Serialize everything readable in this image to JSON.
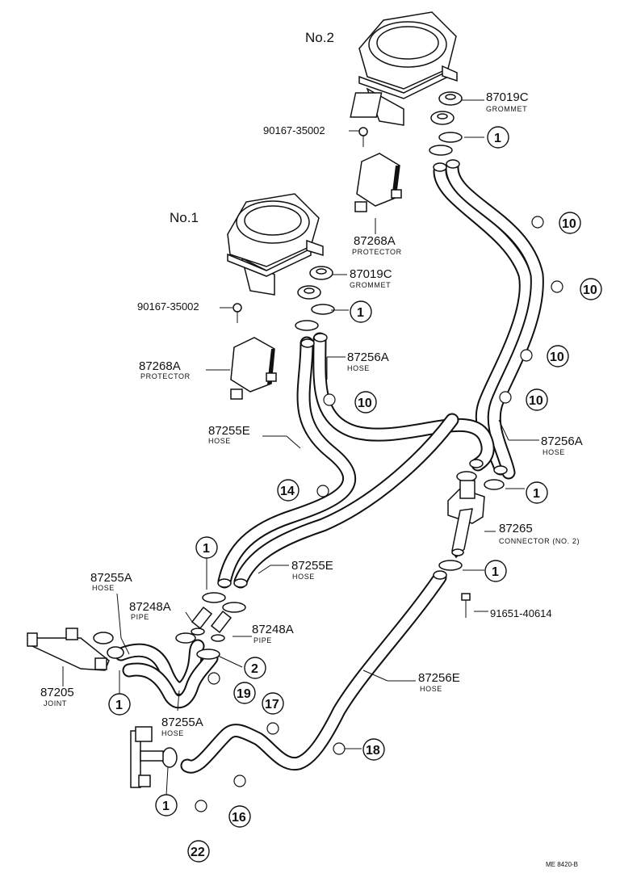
{
  "units": {
    "no2": "No.2",
    "no1": "No.1"
  },
  "parts": {
    "grommet_top_no": "87019C",
    "grommet_top_name": "GROMMET",
    "grommet_mid_no": "87019C",
    "grommet_mid_name": "GROMMET",
    "screw_top": "90167-35002",
    "screw_mid": "90167-35002",
    "protector_top_no": "87268A",
    "protector_top_name": "PROTECTOR",
    "protector_mid_no": "87268A",
    "protector_mid_name": "PROTECTOR",
    "hose_256a_left_no": "87256A",
    "hose_256a_left_name": "HOSE",
    "hose_256a_right_no": "87256A",
    "hose_256a_right_name": "HOSE",
    "hose_255e_upper_no": "87255E",
    "hose_255e_upper_name": "HOSE",
    "hose_255e_lower_no": "87255E",
    "hose_255e_lower_name": "HOSE",
    "connector_no": "87265",
    "connector_name": "CONNECTOR (NO. 2)",
    "bolt": "91651-40614",
    "hose_255a_upper_no": "87255A",
    "hose_255a_upper_name": "HOSE",
    "pipe_left_no": "87248A",
    "pipe_left_name": "PIPE",
    "pipe_right_no": "87248A",
    "pipe_right_name": "PIPE",
    "joint_no": "87205",
    "joint_name": "JOINT",
    "hose_255a_lower_no": "87255A",
    "hose_255a_lower_name": "HOSE",
    "hose_256e_no": "87256E",
    "hose_256e_name": "HOSE"
  },
  "refs": {
    "r1a": "1",
    "r1b": "1",
    "r1c": "1",
    "r1d": "1",
    "r1e": "1",
    "r1f": "1",
    "r1g": "1",
    "r10a": "10",
    "r10b": "10",
    "r10c": "10",
    "r10d": "10",
    "r10e": "10",
    "r14": "14",
    "r2": "2",
    "r19": "19",
    "r17": "17",
    "r18": "18",
    "r16": "16",
    "r22": "22"
  },
  "drawing_code": "ME 8420-B"
}
